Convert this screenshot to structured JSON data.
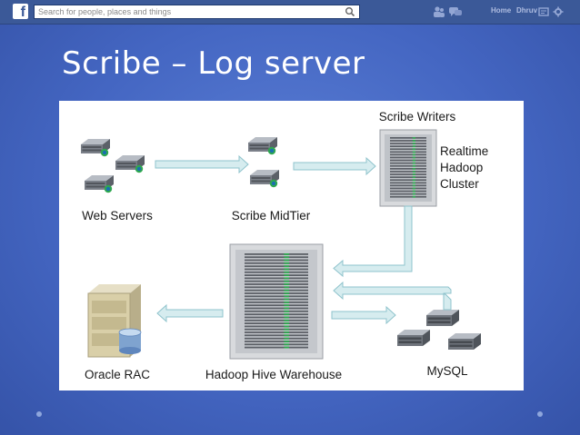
{
  "topbar": {
    "search_placeholder": "Search for people, places and things",
    "home_label": "Home",
    "user_label": "Dhruv",
    "icons": [
      "friend-requests-icon",
      "messages-icon",
      "notifications-icon",
      "gear-icon"
    ]
  },
  "slide": {
    "title": "Scribe – Log server"
  },
  "diagram": {
    "nodes": {
      "web_servers": "Web Servers",
      "scribe_midtier": "Scribe MidTier",
      "scribe_writers": "Scribe Writers",
      "realtime_cluster": [
        "Realtime",
        "Hadoop",
        "Cluster"
      ],
      "hive_warehouse": "Hadoop Hive Warehouse",
      "oracle_rac": "Oracle RAC",
      "mysql": "MySQL"
    }
  },
  "colors": {
    "facebook_blue": "#3b5998",
    "slide_blue": "#4466c2",
    "arrow_fill": "#d6ecef",
    "arrow_stroke": "#8fc3cc",
    "server_green": "#2fa84f"
  }
}
